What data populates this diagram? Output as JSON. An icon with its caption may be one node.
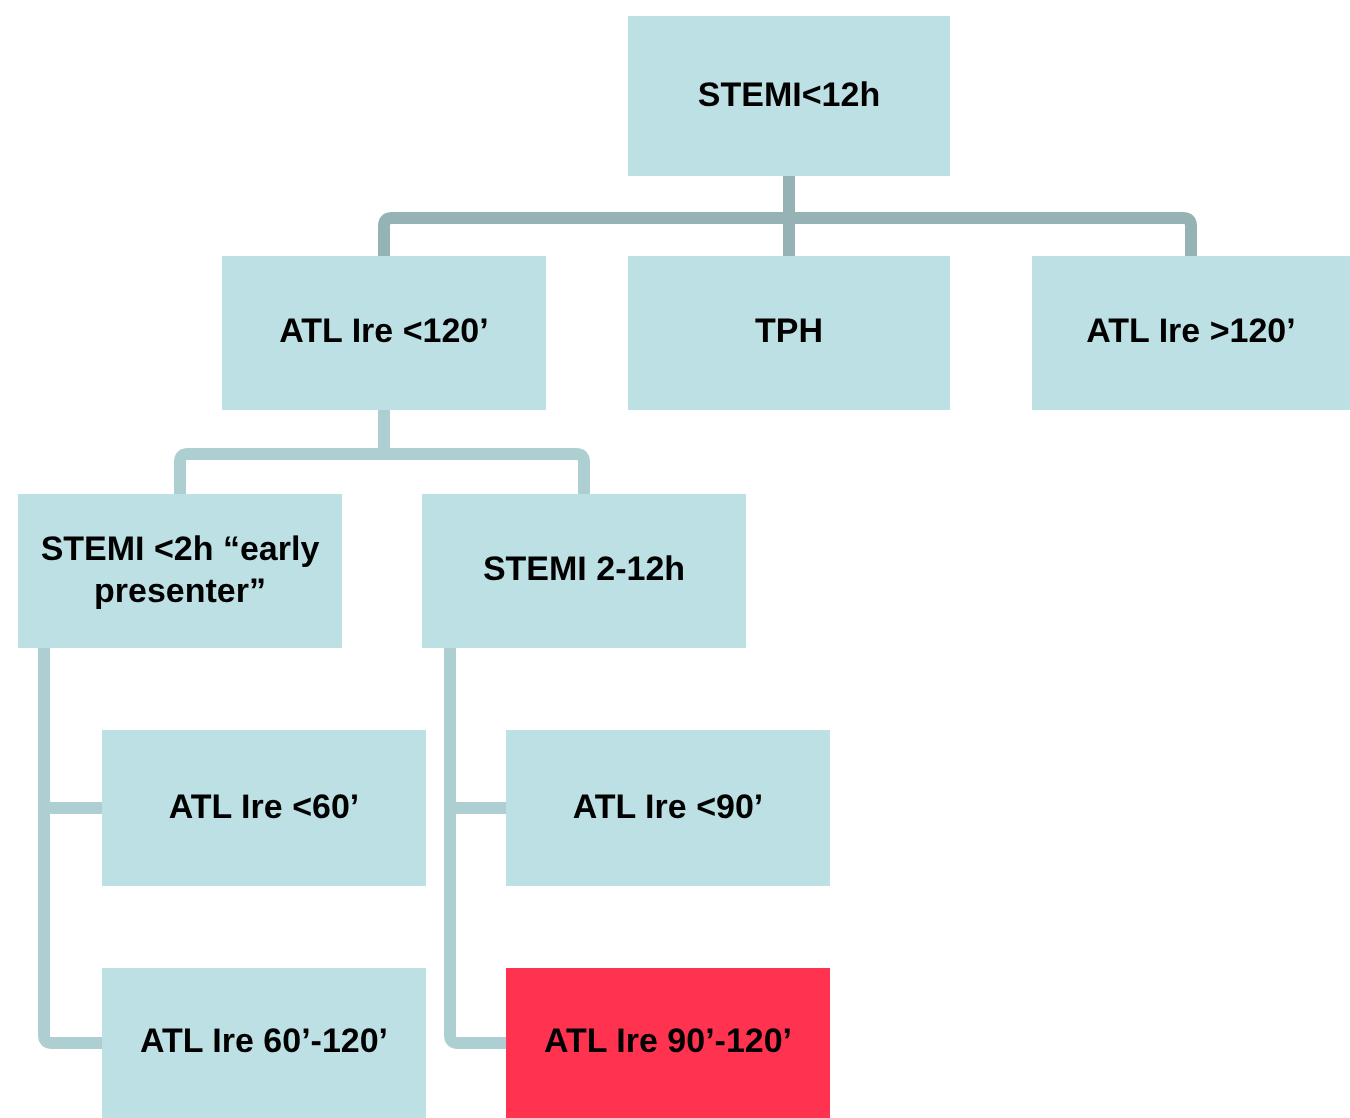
{
  "diagram": {
    "nodes": [
      {
        "text": [
          "STEMI<12h"
        ]
      },
      {
        "text": [
          "ATL Ire <120’"
        ]
      },
      {
        "text": [
          "TPH"
        ]
      },
      {
        "text": [
          "ATL Ire >120’"
        ]
      },
      {
        "text": [
          "STEMI <2h “early presenter”"
        ]
      },
      {
        "text": [
          "STEMI 2-12h"
        ]
      },
      {
        "text": [
          "ATL Ire <60’"
        ]
      },
      {
        "text": [
          "ATL Ire <90’"
        ]
      },
      {
        "text": [
          "ATL Ire 60’-120’"
        ]
      },
      {
        "text": [
          "ATL Ire 90’-120’"
        ]
      }
    ],
    "edges": [
      {
        "from": 0,
        "to": 1,
        "arrow": "none",
        "color": "#95b3b4"
      },
      {
        "from": 0,
        "to": 2,
        "arrow": "none",
        "color": "#95b3b4"
      },
      {
        "from": 0,
        "to": 3,
        "arrow": "none",
        "color": "#95b3b4"
      },
      {
        "from": 1,
        "to": 4,
        "arrow": "none"
      },
      {
        "from": 1,
        "to": 5,
        "arrow": "none"
      },
      {
        "from": 4,
        "to": 6,
        "arrow": "none"
      },
      {
        "from": 4,
        "to": 8,
        "arrow": "none"
      },
      {
        "from": 5,
        "to": 7,
        "arrow": "none"
      },
      {
        "from": 5,
        "to": 9,
        "arrow": "none"
      }
    ]
  }
}
